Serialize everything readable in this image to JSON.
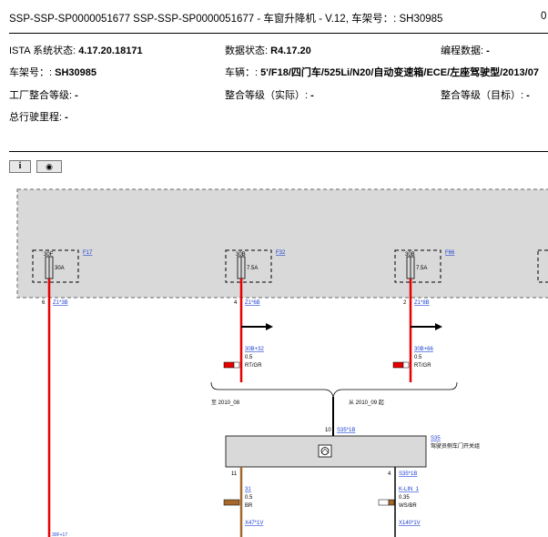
{
  "window": {
    "title": "SSP-SSP-SP0000051677 SSP-SSP-SP0000051677 - 车窗升降机 - V.12, 车架号：: SH30985",
    "trailing": "0"
  },
  "info": {
    "ista_label": "ISTA 系统状态: ",
    "ista_value": "4.17.20.18171",
    "data_label": "数据状态: ",
    "data_value": "R4.17.20",
    "prog_label": "编程数据: ",
    "prog_value": "-",
    "vin_label": "车架号：: ",
    "vin_value": "SH30985",
    "vehicle_label": "车辆：: ",
    "vehicle_value": "5'/F18/四门车/525Li/N20/自动变速箱/ECE/左座驾驶型/2013/07",
    "factory_label": "工厂整合等级: ",
    "factory_value": "-",
    "actual_label": "整合等级（实际）: ",
    "actual_value": "-",
    "target_label": "整合等级（目标）: ",
    "target_value": "-",
    "mileage_label": "总行驶里程: ",
    "mileage_value": "-"
  },
  "toolbar": {
    "info_glyph": "i",
    "eye_glyph": "◉"
  },
  "diagram": {
    "fuses": [
      {
        "id": "F17",
        "pin": "30F",
        "amps": "30A"
      },
      {
        "id": "F32",
        "pin": "30B",
        "amps": "7.5A"
      },
      {
        "id": "F66",
        "pin": "30B",
        "amps": "7.5A"
      }
    ],
    "connectors": {
      "c1": "Z1*3B",
      "c1_pin": "6",
      "c2": "Z1*6B",
      "c2_pin": "4",
      "c3": "Z1*8B",
      "c3_pin": "2",
      "s35_in": "S35*1B",
      "s35_in_pin": "10",
      "s35_out1_pin": "11",
      "s35_out2": "S35*1B",
      "s35_out2_pin": "4",
      "x47": "X47*1V",
      "x140": "X140*1V"
    },
    "wires": {
      "w1_id": "30B+32",
      "w1_size": "0.5",
      "w1_color": "RT/GR",
      "w2_id": "30B+66",
      "w2_size": "0.5",
      "w2_color": "RT/GR",
      "w3_id": "31",
      "w3_size": "0.5",
      "w3_color": "BR",
      "w4_id": "K-LIN_1",
      "w4_size": "0.35",
      "w4_color": "WS/BR",
      "w5_id": "30F+17"
    },
    "module": {
      "id": "S35",
      "name": "驾驶员侧车门开关组"
    },
    "dates": {
      "to": "至 2010_08",
      "from": "从 2010_09 起"
    }
  },
  "colors": {
    "panel": "#d9d9d9",
    "wire_red": "#e60000",
    "wire_brown": "#a5682a",
    "link": "#1a3fd0"
  }
}
